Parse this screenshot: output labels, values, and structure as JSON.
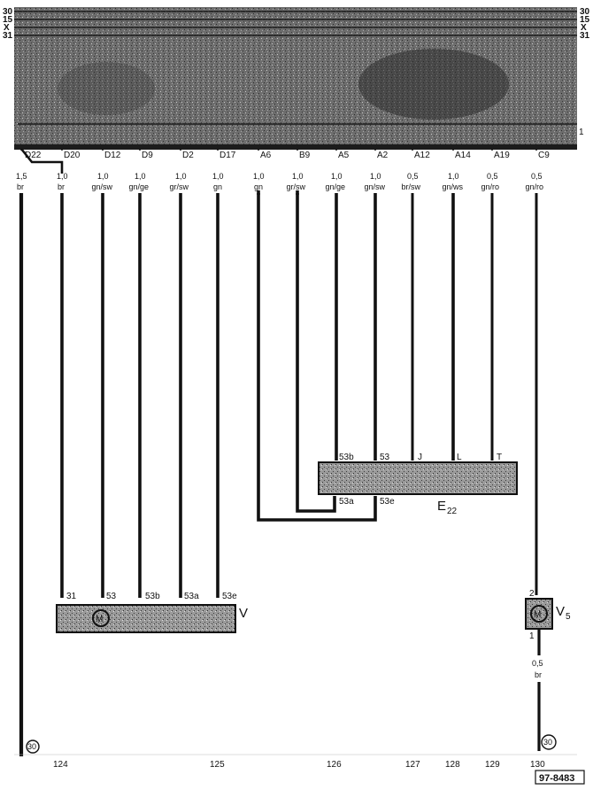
{
  "rails": {
    "left": [
      "30",
      "15",
      "X",
      "31"
    ],
    "right": [
      "30",
      "15",
      "X",
      "31"
    ]
  },
  "fuse_box_mark": "1",
  "connectors": [
    {
      "pin": "D22",
      "size": "1,5",
      "color": "br"
    },
    {
      "pin": "D20",
      "size": "1,0",
      "color": "br"
    },
    {
      "pin": "D12",
      "size": "1,0",
      "color": "gn/sw"
    },
    {
      "pin": "D9",
      "size": "1,0",
      "color": "gn/ge"
    },
    {
      "pin": "D2",
      "size": "1,0",
      "color": "gr/sw"
    },
    {
      "pin": "D17",
      "size": "1,0",
      "color": "gn"
    },
    {
      "pin": "A6",
      "size": "1,0",
      "color": "gn"
    },
    {
      "pin": "B9",
      "size": "1,0",
      "color": "gr/sw"
    },
    {
      "pin": "A5",
      "size": "1,0",
      "color": "gn/ge"
    },
    {
      "pin": "A2",
      "size": "1,0",
      "color": "gn/sw"
    },
    {
      "pin": "A12",
      "size": "0,5",
      "color": "br/sw"
    },
    {
      "pin": "A14",
      "size": "1,0",
      "color": "gn/ws"
    },
    {
      "pin": "A19",
      "size": "0,5",
      "color": "gn/ro"
    },
    {
      "pin": "C9",
      "size": "0,5",
      "color": "gn/ro"
    }
  ],
  "e22": {
    "label": "E",
    "sub": "22",
    "top_pins": [
      "53b",
      "53",
      "J",
      "L",
      "T"
    ],
    "bottom_pins": [
      "53a",
      "53e"
    ]
  },
  "motor_v": {
    "label": "V",
    "pins": [
      "31",
      "53",
      "53b",
      "53a",
      "53e"
    ]
  },
  "motor_v5": {
    "label": "V",
    "sub": "5",
    "pin_top": "2",
    "pin_bottom": "1",
    "wire_size": "0,5",
    "wire_color": "br"
  },
  "grounds": [
    "30",
    "30"
  ],
  "columns": [
    "124",
    "125",
    "126",
    "127",
    "128",
    "129",
    "130"
  ],
  "doc_id": "97-8483"
}
